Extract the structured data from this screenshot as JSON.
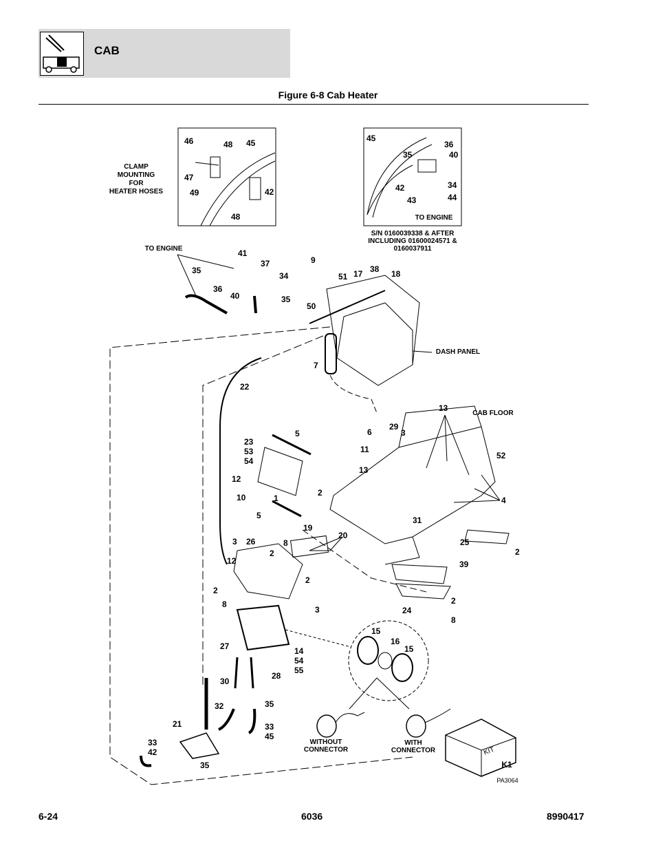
{
  "header": {
    "section": "CAB",
    "logo_icon": "aerial-lift-machine-icon"
  },
  "figure": {
    "title": "Figure 6-8 Cab Heater"
  },
  "insets": {
    "clamp": {
      "caption_lines": [
        "CLAMP",
        "MOUNTING",
        "FOR",
        "HEATER HOSES"
      ],
      "callouts": [
        "46",
        "48",
        "45",
        "47",
        "49",
        "42",
        "48"
      ]
    },
    "engine": {
      "callouts": [
        "45",
        "36",
        "35",
        "40",
        "42",
        "34",
        "43",
        "44"
      ],
      "to_engine": "TO ENGINE",
      "serial_lines": [
        "S/N 0160039338 & AFTER",
        "INCLUDING 01600024571 &",
        "0160037911"
      ]
    }
  },
  "labels": {
    "to_engine": "TO ENGINE",
    "dash_panel": "DASH PANEL",
    "cab_floor": "CAB FLOOR",
    "without_connector": [
      "WITHOUT",
      "CONNECTOR"
    ],
    "with_connector": [
      "WITH",
      "CONNECTOR"
    ],
    "kit": "KIT",
    "k1": "K1",
    "drawing_no": "PA3064"
  },
  "callouts": [
    "41",
    "37",
    "34",
    "35",
    "36",
    "40",
    "35",
    "9",
    "51",
    "17",
    "38",
    "18",
    "50",
    "7",
    "22",
    "5",
    "23",
    "53",
    "54",
    "12",
    "10",
    "1",
    "2",
    "5",
    "13",
    "6",
    "29",
    "3",
    "11",
    "13",
    "52",
    "4",
    "31",
    "19",
    "20",
    "3",
    "26",
    "2",
    "8",
    "12",
    "2",
    "2",
    "8",
    "3",
    "25",
    "2",
    "39",
    "24",
    "2",
    "8",
    "27",
    "28",
    "14",
    "54",
    "55",
    "30",
    "32",
    "35",
    "21",
    "33",
    "42",
    "33",
    "45",
    "35",
    "15",
    "16",
    "15"
  ],
  "footer": {
    "page": "6-24",
    "model": "6036",
    "part_no": "8990417"
  }
}
